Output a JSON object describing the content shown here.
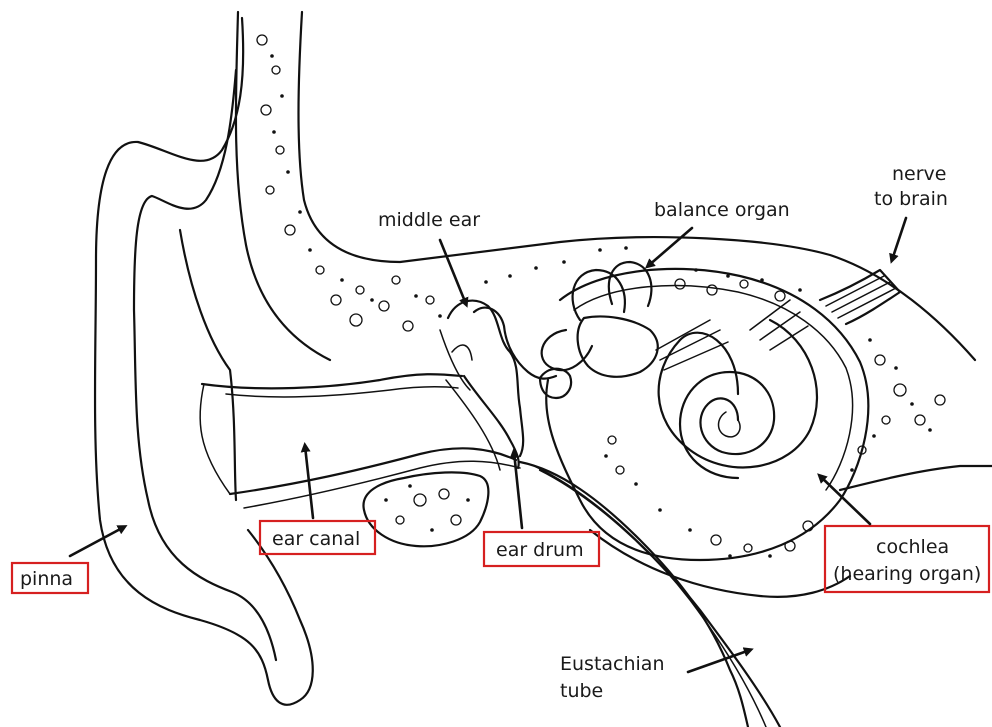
{
  "labels": {
    "pinna": "pinna",
    "ear_canal": "ear canal",
    "ear_drum": "ear drum",
    "middle_ear": "middle ear",
    "balance_organ": "balance organ",
    "nerve_line1": "nerve",
    "nerve_line2": "to brain",
    "cochlea_line1": "cochlea",
    "cochlea_line2": "(hearing organ)",
    "eustachian_line1": "Eustachian",
    "eustachian_line2": "tube"
  },
  "highlight_color": "#d62020"
}
